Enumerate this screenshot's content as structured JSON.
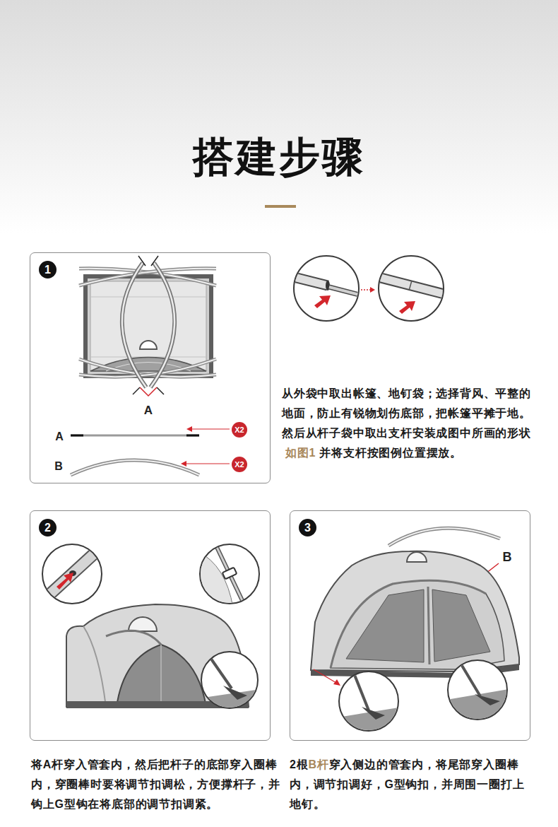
{
  "diagram": {
    "title": "搭建步骤",
    "nodes": [
      {
        "text": [
          "1"
        ]
      },
      {
        "text": [
          "X2"
        ],
        "in": 0
      },
      {
        "text": [
          "X2"
        ],
        "in": 0
      },
      {
        "text": [
          "2"
        ]
      },
      {
        "text": [
          "3"
        ]
      }
    ],
    "labels": [
      "A",
      "A",
      "B",
      "从外袋中取出帐篷、地钉袋；选择背风、平整的地面，防止有锐物划伤底部，把帐篷平摊于地。",
      "然后从杆子袋中取出支杆安装成图中所画的形状",
      "如图1",
      "并将支杆按图例位置摆放。",
      "B",
      "将A杆穿入管套内，然后把杆子的底部穿入圈棒内，穿圈棒时要将调节扣调松，方便撑杆子，并钩上G型钩在将底部的调节扣调紧。",
      "2根",
      "B杆",
      "穿入侧边的管套内，将尾部穿入圈棒内，调节扣调好，G型钩扣，并周围一圈打上地钉。"
    ]
  }
}
